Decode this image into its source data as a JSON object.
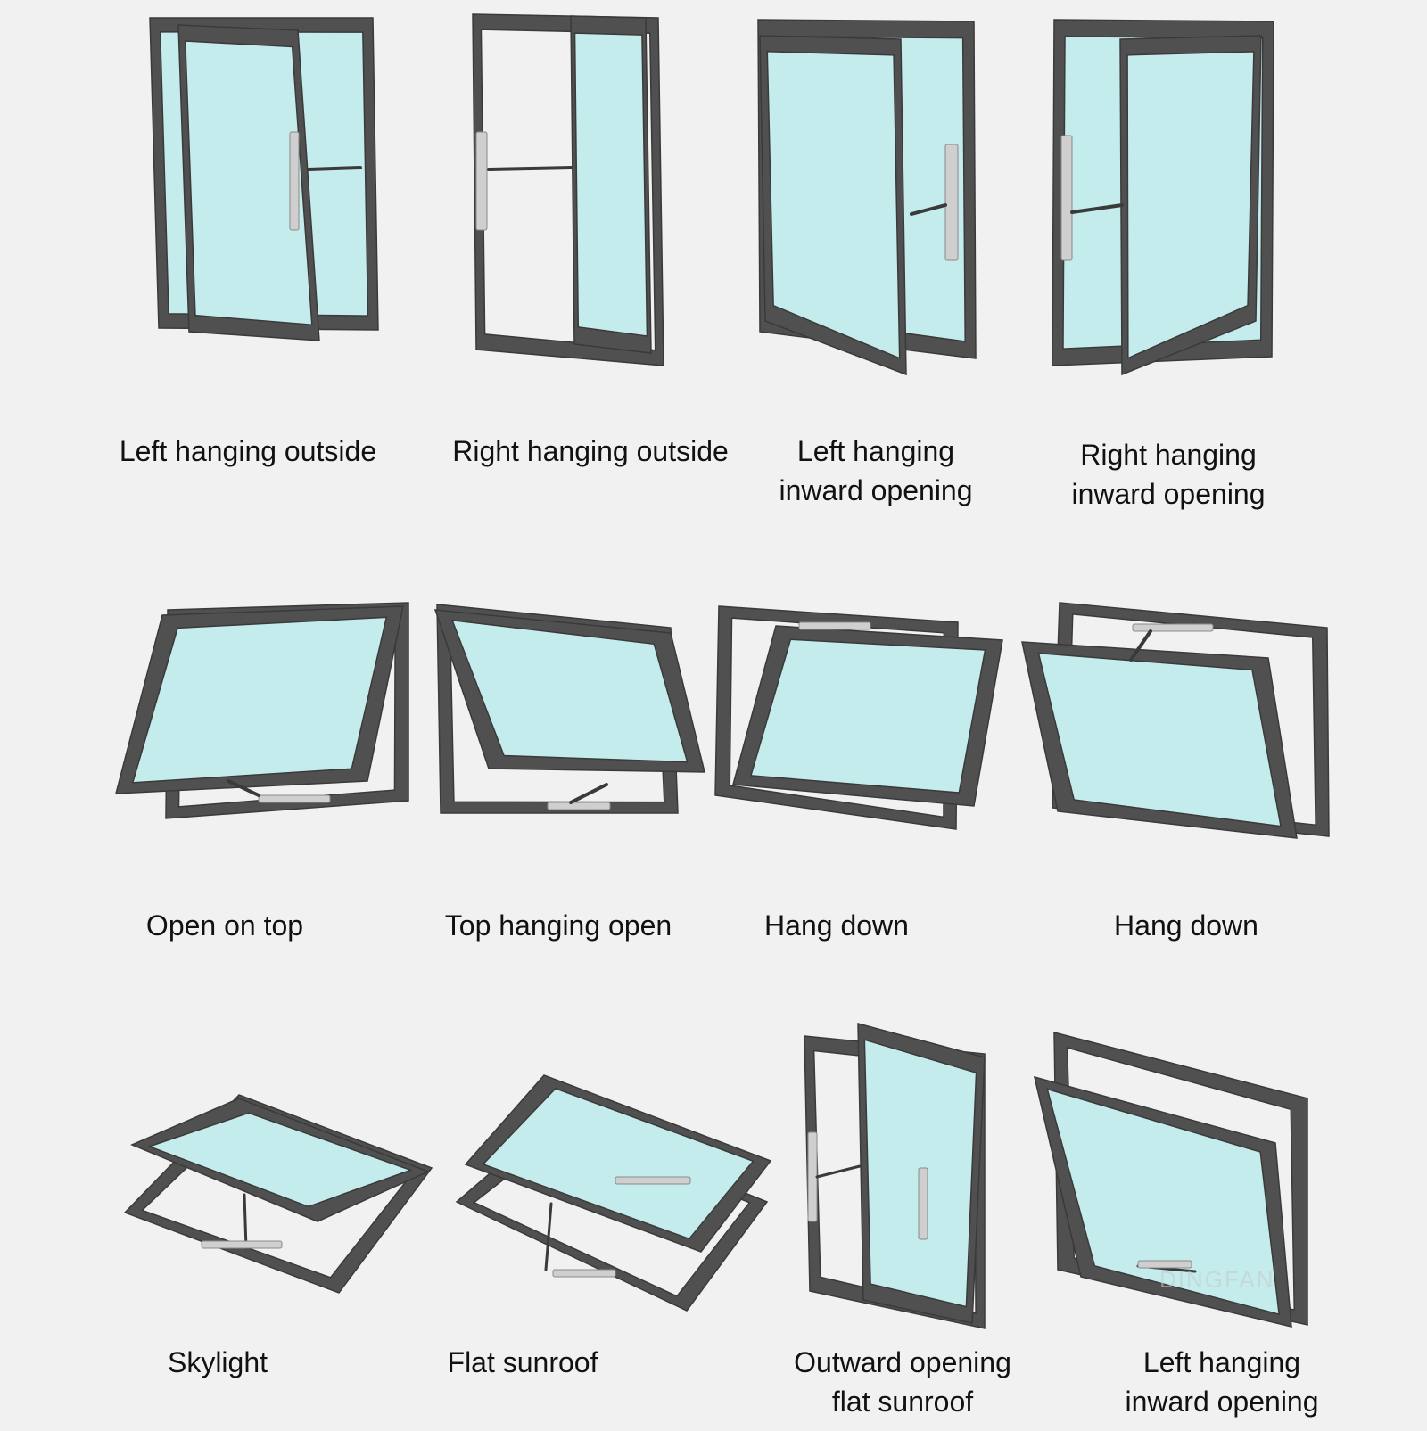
{
  "colors": {
    "background": "#f1f1f1",
    "frame": "#505050",
    "frame_dark": "#3a3a3a",
    "glass": "#c4ecec",
    "hardware": "#cfcfcf"
  },
  "items": [
    {
      "type": "left-hanging-outside",
      "lines": [
        "Left hanging outside"
      ]
    },
    {
      "type": "right-hanging-outside",
      "lines": [
        "Right hanging outside"
      ]
    },
    {
      "type": "left-hanging-inward",
      "lines": [
        "Left hanging",
        "inward opening"
      ]
    },
    {
      "type": "right-hanging-inward",
      "lines": [
        "Right hanging",
        "inward opening"
      ]
    },
    {
      "type": "open-on-top",
      "lines": [
        "Open on top"
      ]
    },
    {
      "type": "top-hanging-open",
      "lines": [
        "Top hanging open"
      ]
    },
    {
      "type": "hang-down-1",
      "lines": [
        "Hang down"
      ]
    },
    {
      "type": "hang-down-2",
      "lines": [
        "Hang down"
      ]
    },
    {
      "type": "skylight",
      "lines": [
        "Skylight"
      ]
    },
    {
      "type": "flat-sunroof",
      "lines": [
        "Flat sunroof"
      ]
    },
    {
      "type": "outward-flat-sunroof",
      "lines": [
        "Outward opening",
        "flat sunroof"
      ]
    },
    {
      "type": "left-hanging-inward-2",
      "lines": [
        "Left hanging",
        "inward opening"
      ]
    }
  ],
  "watermark": "DINGFAN"
}
